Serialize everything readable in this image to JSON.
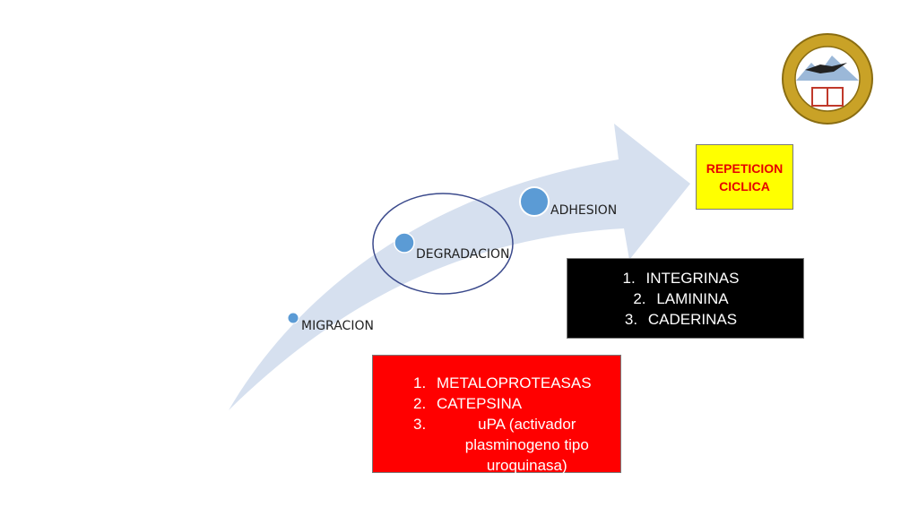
{
  "stages": {
    "migracion": "MIGRACION",
    "degradacion": "DEGRADACION",
    "adhesion": "ADHESION"
  },
  "repeticion": {
    "line1": "REPETICION",
    "line2": "CICLICA"
  },
  "adhesion_list": [
    {
      "num": "1.",
      "text": "INTEGRINAS"
    },
    {
      "num": "2.",
      "text": "LAMININA"
    },
    {
      "num": "3.",
      "text": "CADERINAS"
    }
  ],
  "degradacion_list": [
    {
      "num": "1.",
      "text": "METALOPROTEASAS"
    },
    {
      "num": "2.",
      "text": "CATEPSINA"
    },
    {
      "num": "3.",
      "text": "uPA  (activador plasminogeno tipo uroquinasa)"
    }
  ],
  "colors": {
    "arrow": "#d6e0ef",
    "dot": "#5b9bd5",
    "yellow_box": "#ffff00",
    "red_text": "#e60000",
    "black_box": "#000000",
    "red_box": "#ff0000",
    "ellipse": "#3b4a8c"
  }
}
